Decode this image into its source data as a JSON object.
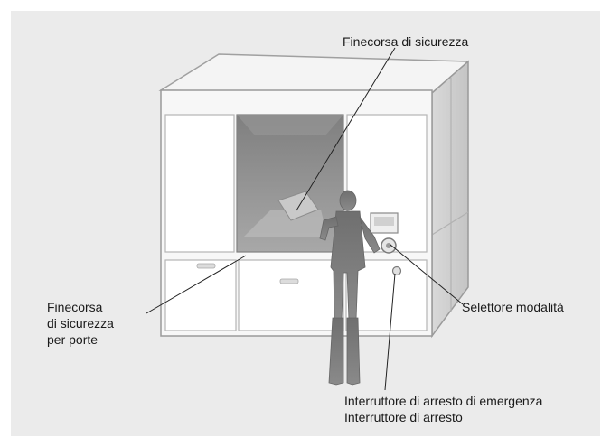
{
  "labels": {
    "top": "Finecorsa di sicurezza",
    "left": [
      "Finecorsa",
      "di sicurezza",
      "per porte"
    ],
    "right": "Selettore modalità",
    "bottom": [
      "Interruttore di arresto di emergenza",
      "Interruttore di arresto"
    ]
  },
  "colors": {
    "background": "#ebebeb",
    "cabinet_frame": "#f7f7f7",
    "cabinet_edge": "#9a9a9a",
    "opening": "#8c8c8c",
    "operator": "#7a7a7a",
    "leader_line": "#222222"
  }
}
